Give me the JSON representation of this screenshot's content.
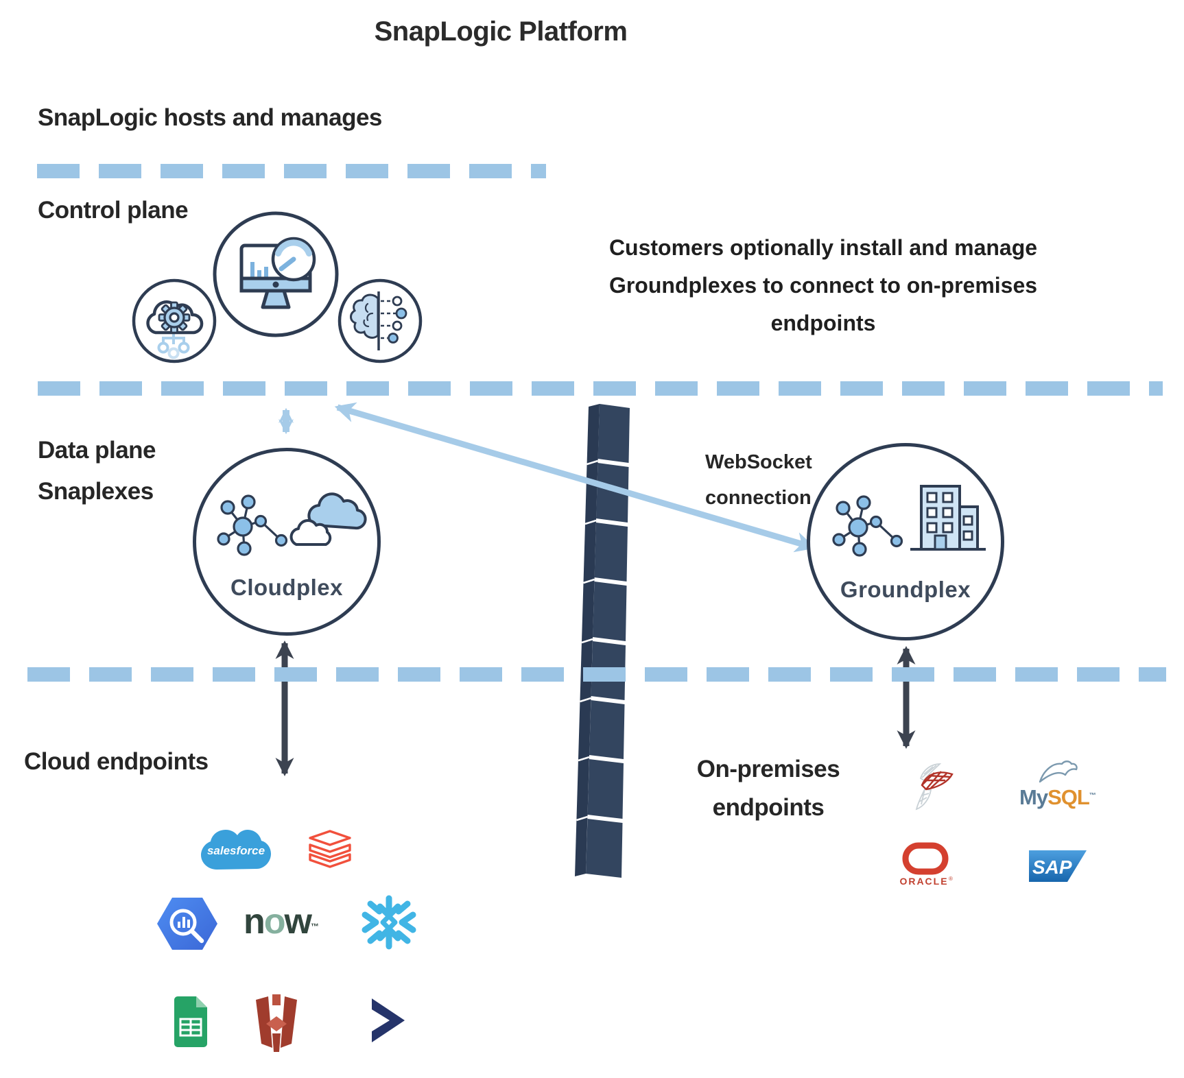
{
  "title": "SnapLogic Platform",
  "colors": {
    "dash_light_blue": "#9cc5e5",
    "arrow_blue": "#a6cbe8",
    "navy_outline": "#2e3c52",
    "icon_fill_blue": "#a9cfec",
    "dark_arrow": "#3c4350",
    "wall_navy": "#33455f",
    "heading_text": "#262626"
  },
  "header": {
    "hosts_managed_label": "SnapLogic hosts and manages"
  },
  "control_plane": {
    "label": "Control plane",
    "icons": [
      "cloud-gear-icon",
      "monitor-dashboard-icon",
      "ai-brain-icon"
    ]
  },
  "note_right": {
    "line1": "Customers optionally install and manage",
    "line2": "Groundplexes to connect to on-premises",
    "line3": "endpoints"
  },
  "data_plane": {
    "label_line1": "Data plane",
    "label_line2": "Snaplexes"
  },
  "websocket": {
    "line1": "WebSocket",
    "line2": "connection"
  },
  "cloudplex": {
    "label": "Cloudplex",
    "icons": [
      "network-nodes-icon",
      "cloud-icon"
    ]
  },
  "groundplex": {
    "label": "Groundplex",
    "icons": [
      "network-nodes-icon",
      "office-building-icon"
    ]
  },
  "firewall": {
    "icon": "firewall-wall"
  },
  "cloud_endpoints": {
    "label": "Cloud endpoints",
    "logos": [
      {
        "name": "salesforce",
        "wordmark": "salesforce"
      },
      {
        "name": "databricks"
      },
      {
        "name": "google-bigquery"
      },
      {
        "name": "servicenow",
        "wordmark_n": "n",
        "wordmark_o": "o",
        "wordmark_w": "w",
        "trademark": "™"
      },
      {
        "name": "snowflake"
      },
      {
        "name": "google-sheets"
      },
      {
        "name": "amazon-s3"
      },
      {
        "name": "microsoft-dynamics-365"
      }
    ]
  },
  "onprem_endpoints": {
    "label_line1": "On-premises",
    "label_line2": "endpoints",
    "logos": [
      {
        "name": "microsoft-sql-server"
      },
      {
        "name": "mysql",
        "wordmark_my": "My",
        "wordmark_sql": "SQL",
        "trademark": "™"
      },
      {
        "name": "oracle",
        "wordmark": "ORACLE",
        "registered": "®"
      },
      {
        "name": "sap",
        "wordmark": "SAP"
      }
    ]
  }
}
